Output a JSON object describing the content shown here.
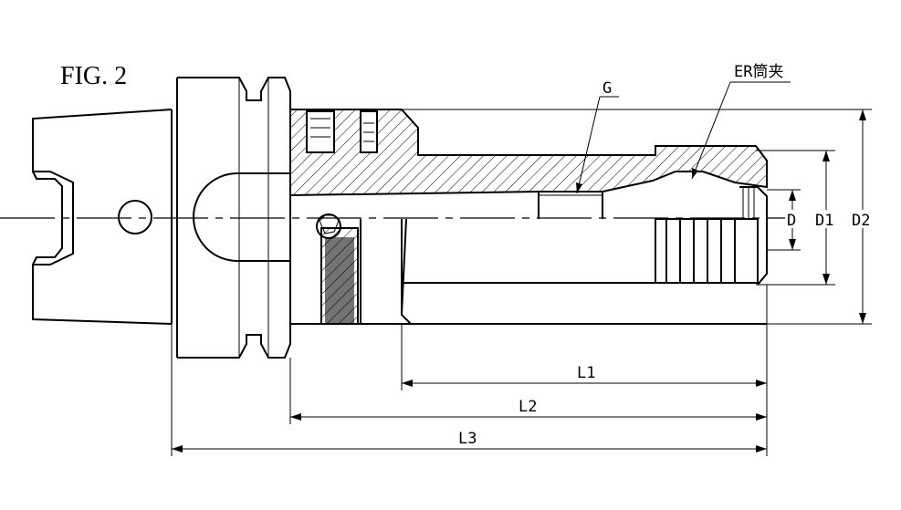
{
  "figure": {
    "title": "FIG. 2",
    "labels": {
      "thread_G": "G",
      "collet_er": "ER筒夹",
      "diameter_D": "D",
      "diameter_D1": "D1",
      "diameter_D2": "D2",
      "length_L1": "L1",
      "length_L2": "L2",
      "length_L3": "L3"
    }
  },
  "colors": {
    "line": "#000000",
    "background": "#ffffff"
  }
}
